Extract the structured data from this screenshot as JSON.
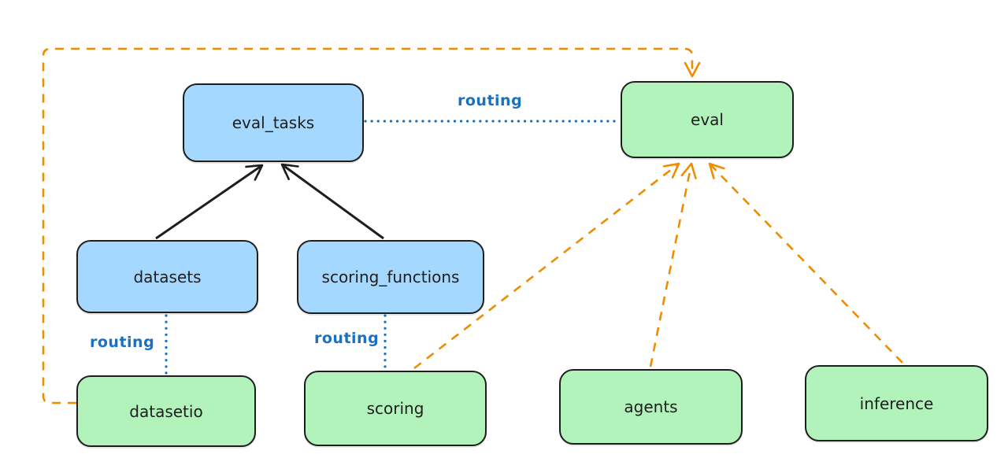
{
  "diagram": {
    "colors": {
      "background": "#ffffff",
      "node_stroke": "#1e1e1e",
      "blue_node_fill": "#a5d8ff",
      "green_node_fill": "#b2f2bb",
      "routing_blue": "#1971c2",
      "orange_dashed": "#f08c00",
      "solid_arrow": "#1e1e1e"
    },
    "nodes": [
      {
        "id": "eval_tasks",
        "label": "eval_tasks",
        "fill": "blue"
      },
      {
        "id": "eval",
        "label": "eval",
        "fill": "green"
      },
      {
        "id": "datasets",
        "label": "datasets",
        "fill": "blue"
      },
      {
        "id": "scoring_functions",
        "label": "scoring_functions",
        "fill": "blue"
      },
      {
        "id": "datasetio",
        "label": "datasetio",
        "fill": "green"
      },
      {
        "id": "scoring",
        "label": "scoring",
        "fill": "green"
      },
      {
        "id": "agents",
        "label": "agents",
        "fill": "green"
      },
      {
        "id": "inference",
        "label": "inference",
        "fill": "green"
      }
    ],
    "edges": [
      {
        "from": "datasets",
        "to": "eval_tasks",
        "style": "solid",
        "color": "#1e1e1e",
        "arrow": "end"
      },
      {
        "from": "scoring_functions",
        "to": "eval_tasks",
        "style": "solid",
        "color": "#1e1e1e",
        "arrow": "end"
      },
      {
        "from": "eval_tasks",
        "to": "eval",
        "style": "dotted",
        "color": "#1971c2",
        "label": "routing"
      },
      {
        "from": "datasets",
        "to": "datasetio",
        "style": "dotted",
        "color": "#1971c2",
        "label": "routing"
      },
      {
        "from": "scoring_functions",
        "to": "scoring",
        "style": "dotted",
        "color": "#1971c2",
        "label": "routing"
      },
      {
        "from": "datasetio",
        "to": "eval",
        "style": "dashed",
        "color": "#f08c00",
        "arrow": "end",
        "route": "around-left-and-top"
      },
      {
        "from": "scoring",
        "to": "eval",
        "style": "dashed",
        "color": "#f08c00",
        "arrow": "end"
      },
      {
        "from": "agents",
        "to": "eval",
        "style": "dashed",
        "color": "#f08c00",
        "arrow": "end"
      },
      {
        "from": "inference",
        "to": "eval",
        "style": "dashed",
        "color": "#f08c00",
        "arrow": "end"
      }
    ]
  }
}
